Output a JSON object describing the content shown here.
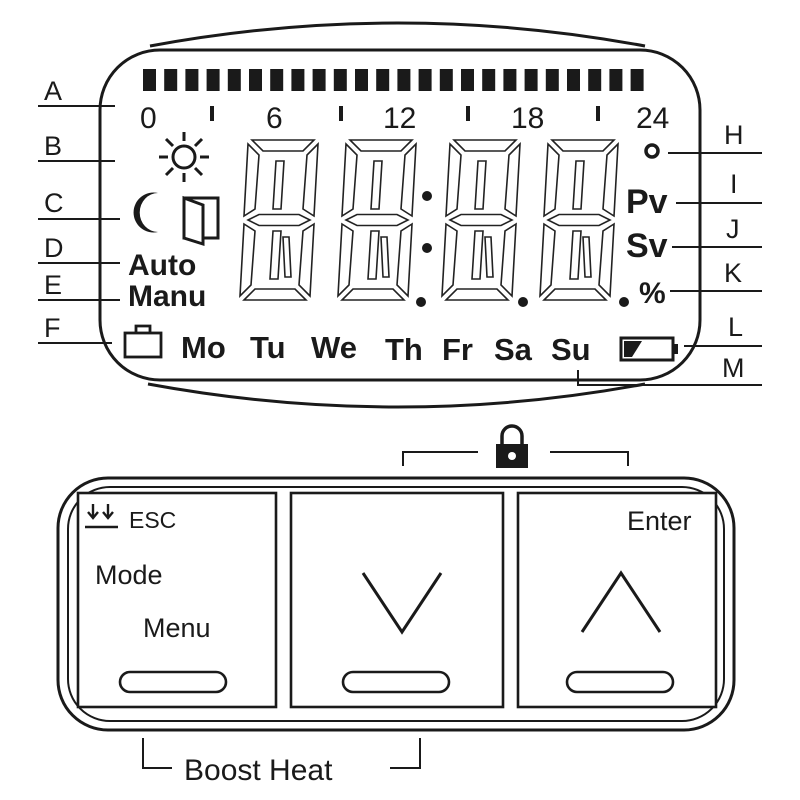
{
  "display": {
    "hour_marks": [
      "0",
      "6",
      "12",
      "18",
      "24"
    ],
    "days": [
      "Mo",
      "Tu",
      "We",
      "Th",
      "Fr",
      "Sa",
      "Su"
    ],
    "mode_auto": "Auto",
    "mode_manu": "Manu",
    "pv": "Pv",
    "sv": "Sv",
    "percent": "%",
    "icons": [
      "sun-icon",
      "moon-icon",
      "door-icon",
      "briefcase-icon",
      "degree-icon",
      "battery-icon"
    ]
  },
  "callouts": {
    "left": [
      "A",
      "B",
      "C",
      "D",
      "E",
      "F"
    ],
    "right": [
      "H",
      "I",
      "J",
      "K",
      "L",
      "M"
    ]
  },
  "buttons": {
    "left": {
      "esc": "ESC",
      "mode": "Mode",
      "menu": "Menu",
      "icon": "double-down-arrow-icon"
    },
    "down": {
      "icon": "chevron-down-icon"
    },
    "up": {
      "enter": "Enter",
      "icon": "chevron-up-icon"
    },
    "lock_icon": "lock-icon"
  },
  "boost_heat": "Boost Heat",
  "colors": {
    "ink": "#1a1a1a",
    "background": "#ffffff"
  }
}
